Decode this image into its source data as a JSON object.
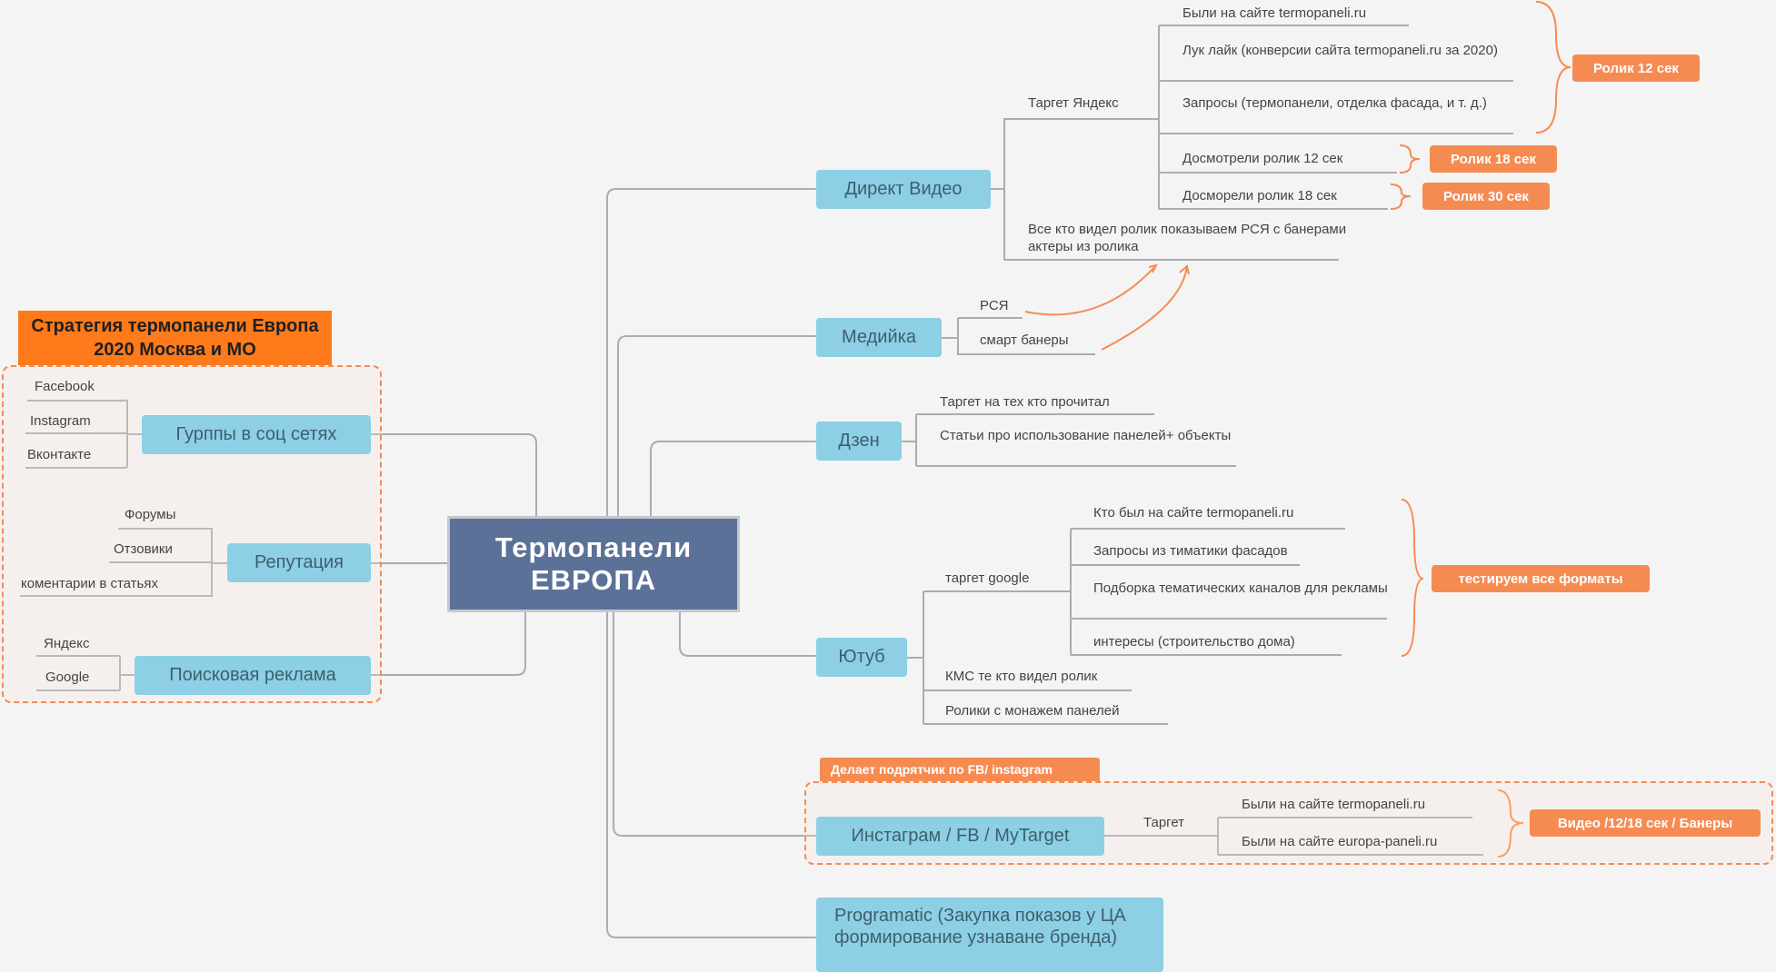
{
  "title": "Стратегия термопанели Европа 2020 Москва и МО",
  "center": "Термопанели ЕВРОПА",
  "left": {
    "social": {
      "label": "Гурппы в соц сетях",
      "items": [
        "Facebook",
        "Instagram",
        "Вконтакте"
      ]
    },
    "reputation": {
      "label": "Репутация",
      "items": [
        "Форумы",
        "Отзовики",
        "коментарии в статьях"
      ]
    },
    "search": {
      "label": "Поисковая реклама",
      "items": [
        "Яндекс",
        "Google"
      ]
    }
  },
  "direct": {
    "label": "Директ Видео",
    "target_label": "Таргет Яндекс",
    "targets": [
      "Были на сайте termopaneli.ru",
      "Лук лайк (конверсии сайта termopaneli.ru за 2020)",
      "Запросы (термопанели, отделка фасада, и т. д.)",
      "Досмотрели ролик 12 сек",
      "Досморели ролик 18 сек"
    ],
    "all_seen": "Все кто видел ролик показываем РСЯ с банерами  актеры из ролика",
    "badges": [
      "Ролик 12 сек",
      "Ролик 18 сек",
      "Ролик 30 сек"
    ]
  },
  "media": {
    "label": "Медийка",
    "items": [
      "РСЯ",
      "смарт банеры"
    ]
  },
  "dzen": {
    "label": "Дзен",
    "items": [
      "Таргет на тех кто прочитал",
      "Статьи про использование панелей+ объекты"
    ]
  },
  "youtube": {
    "label": "Ютуб",
    "target_label": "таргет google",
    "targets": [
      "Кто был на сайте termopaneli.ru",
      "Запросы из тиматики фасадов",
      "Подборка тематических каналов для рекламы",
      "интересы (строительство дома)"
    ],
    "badge": "тестируем все форматы",
    "extra": [
      "КМС те кто видел ролик",
      "Ролики с монажем панелей"
    ]
  },
  "instagram": {
    "tag": "Делает подрятчик по FB/ instagram",
    "label": "Инстаграм / FB / MyTarget",
    "target_label": "Таргет",
    "items": [
      "Были на сайте termopaneli.ru",
      "Были на сайте europa-paneli.ru"
    ],
    "badge": "Видео /12/18 сек / Банеры"
  },
  "programatic": {
    "label": "Programatic (Закупка показов у ЦА формирование узнаване бренда)"
  },
  "colors": {
    "center": "#5c7198",
    "topic": "#8dcfe4",
    "accent": "#f68b52",
    "title": "#ff7a1a",
    "line": "#a9adb3"
  }
}
